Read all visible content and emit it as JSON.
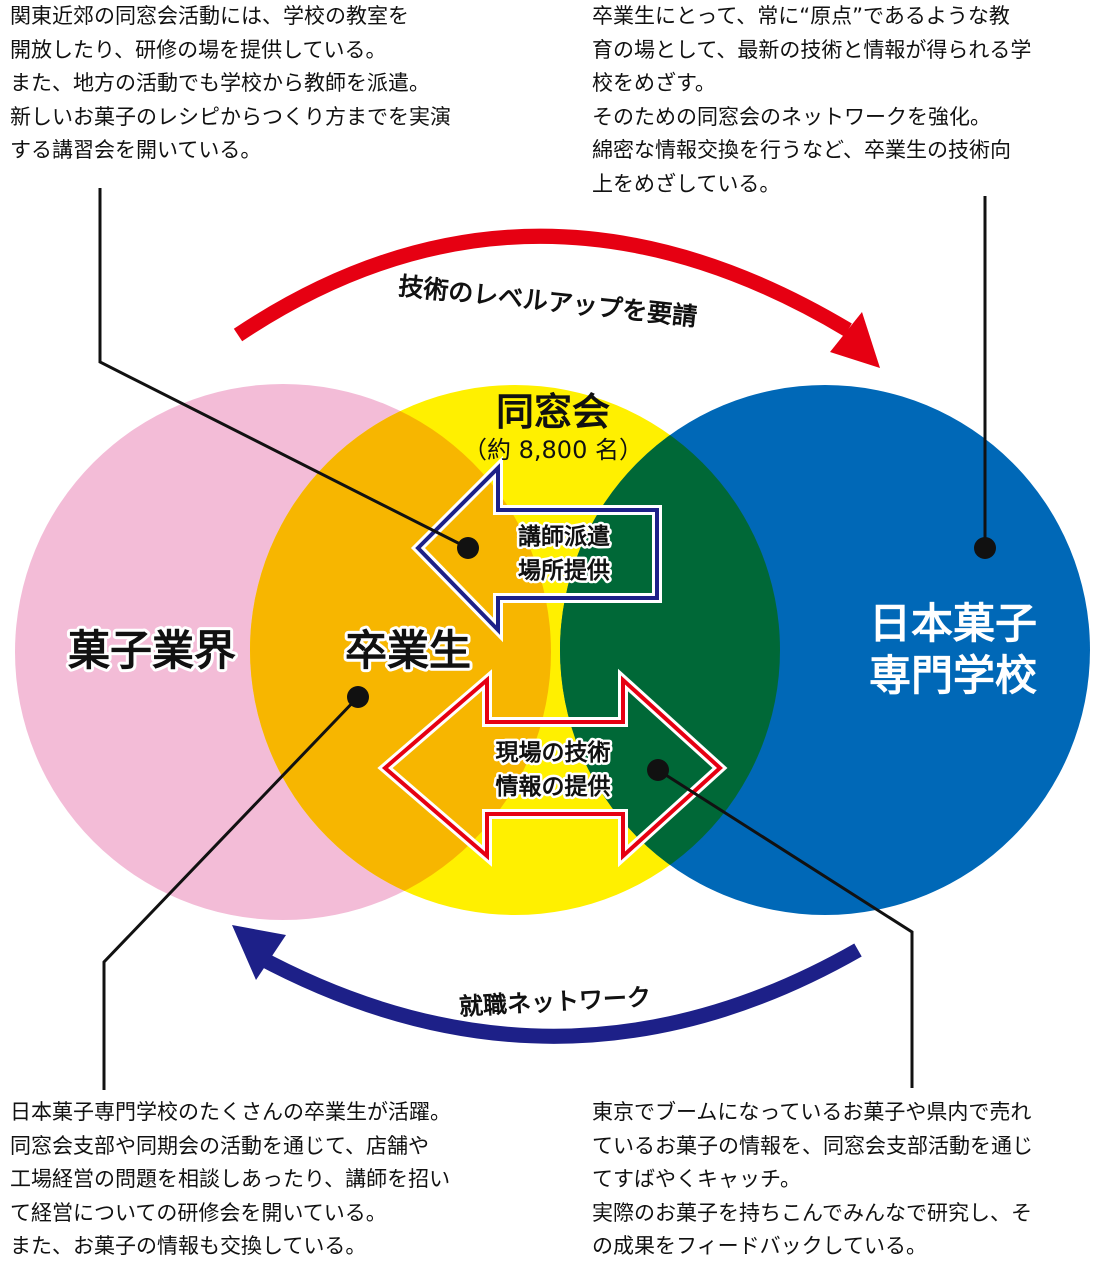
{
  "notes": {
    "top_left": [
      "関東近郊の同窓会活動には、学校の教室を",
      "開放したり、研修の場を提供している。",
      "また、地方の活動でも学校から教師を派遣。",
      "新しいお菓子のレシピからつくり方までを実演",
      "する講習会を開いている。"
    ],
    "top_right": [
      "卒業生にとって、常に“原点”であるような教",
      "育の場として、最新の技術と情報が得られる学",
      "校をめざす。",
      "そのための同窓会のネットワークを強化。",
      "綿密な情報交換を行うなど、卒業生の技術向",
      "上をめざしている。"
    ],
    "bottom_left": [
      "日本菓子専門学校のたくさんの卒業生が活躍。",
      "同窓会支部や同期会の活動を通じて、店舗や",
      "工場経営の問題を相談しあったり、講師を招い",
      "て経営についての研修会を開いている。",
      "また、お菓子の情報も交換している。"
    ],
    "bottom_right": [
      "東京でブームになっているお菓子や県内で売れ",
      "ているお菓子の情報を、同窓会支部活動を通じ",
      "てすばやくキャッチ。",
      "実際のお菓子を持ちこんでみんなで研究し、そ",
      "の成果をフィードバックしている。"
    ]
  },
  "arcs": {
    "top_label": "技術のレベルアップを要請",
    "bottom_label": "就職ネットワーク"
  },
  "circles": {
    "left_label": "菓子業界",
    "middle_label": "卒業生",
    "alumni_title": "同窓会",
    "alumni_count": "（約 8,800 名）",
    "right_label_line1": "日本菓子",
    "right_label_line2": "専門学校"
  },
  "arrows": {
    "upper_line1": "講師派遣",
    "upper_line2": "場所提供",
    "lower_line1": "現場の技術",
    "lower_line2": "情報の提供"
  },
  "colors": {
    "pink": "#f3bcd7",
    "yellow": "#fff000",
    "orange": "#f7b600",
    "blue": "#0068b7",
    "green": "#006837",
    "red_arc": "#e60012",
    "navy_arc": "#1d2088"
  }
}
